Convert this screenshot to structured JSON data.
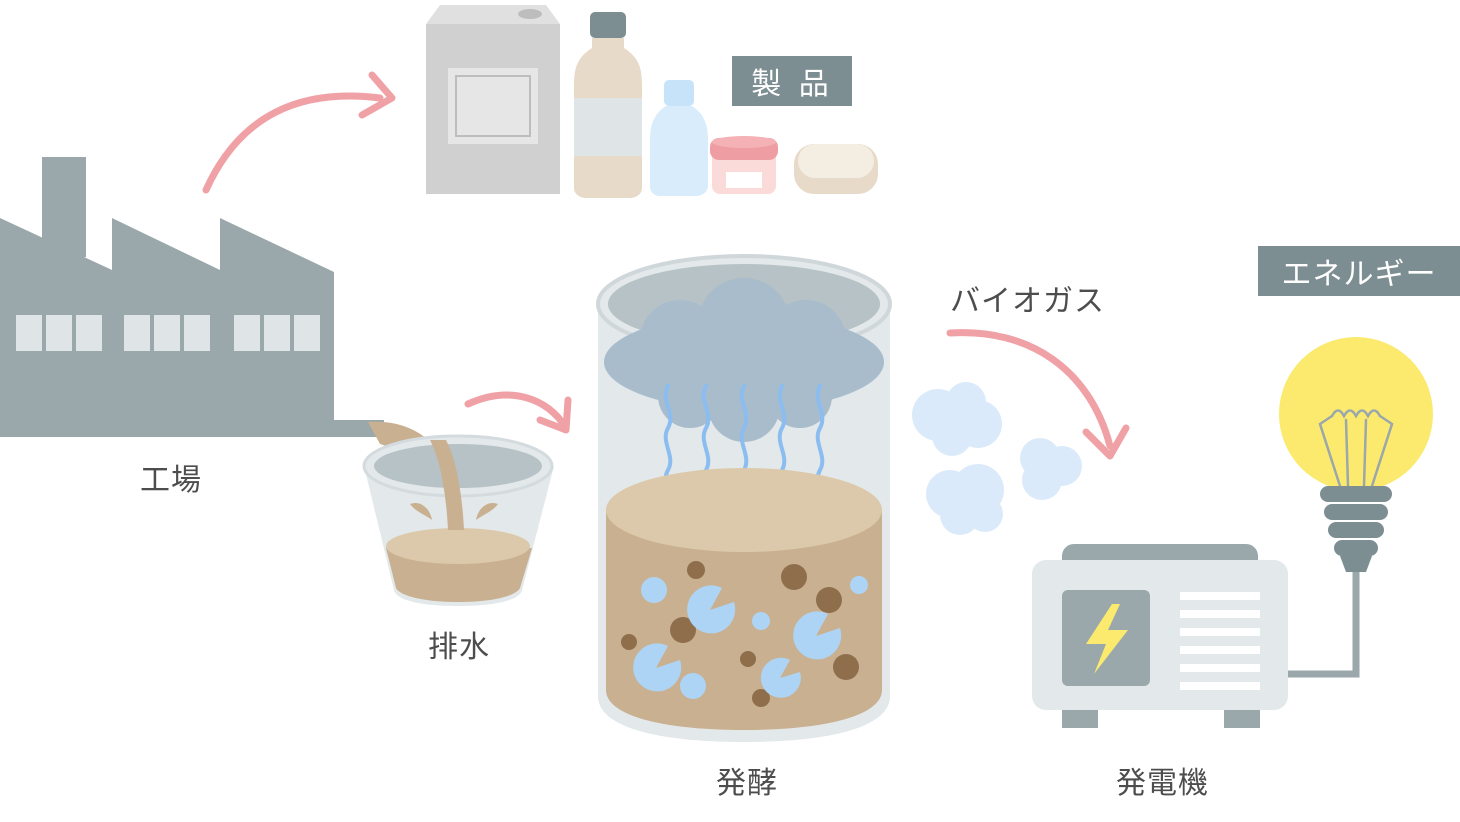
{
  "labels": {
    "factory": "工場",
    "wastewater": "排水",
    "fermentation": "発酵",
    "generator": "発電機",
    "biogas": "バイオガス"
  },
  "tags": {
    "products": "製 品",
    "energy": "エネルギー"
  },
  "colors": {
    "factory": "#9aa7ab",
    "window": "#dfe4e6",
    "arrow": "#f0a1a6",
    "liquid": "#c8b090",
    "bubble": "#aed4f5",
    "cloud": "#dbeafa",
    "bulb": "#fcea6e",
    "tag": "#7d8e93"
  }
}
